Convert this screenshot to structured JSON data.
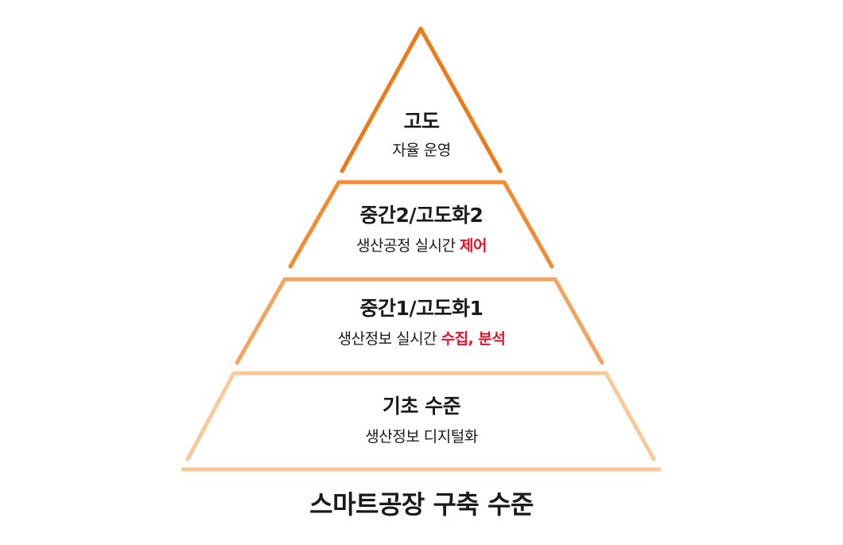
{
  "diagram": {
    "type": "pyramid",
    "caption": "스마트공장 구축 수준",
    "colors": {
      "level_top": "#EE7B1A",
      "level_mid2": "#F28B32",
      "level_mid1": "#F4A45E",
      "level_base": "#FAC99A",
      "highlight": "#E0142B",
      "text": "#1A1A1A"
    },
    "levels": [
      {
        "title": "고도",
        "subtitle": "자율 운영",
        "subtitle_plain": "자율 운영",
        "subtitle_highlight": ""
      },
      {
        "title": "중간2/고도화2",
        "subtitle": "생산공정 실시간 제어",
        "subtitle_plain": "생산공정 실시간 ",
        "subtitle_highlight": "제어"
      },
      {
        "title": "중간1/고도화1",
        "subtitle": "생산정보 실시간 수집, 분석",
        "subtitle_plain": "생산정보 실시간 ",
        "subtitle_highlight": "수집, 분석"
      },
      {
        "title": "기초 수준",
        "subtitle": "생산정보 디지털화",
        "subtitle_plain": "생산정보 디지털화",
        "subtitle_highlight": ""
      }
    ]
  }
}
